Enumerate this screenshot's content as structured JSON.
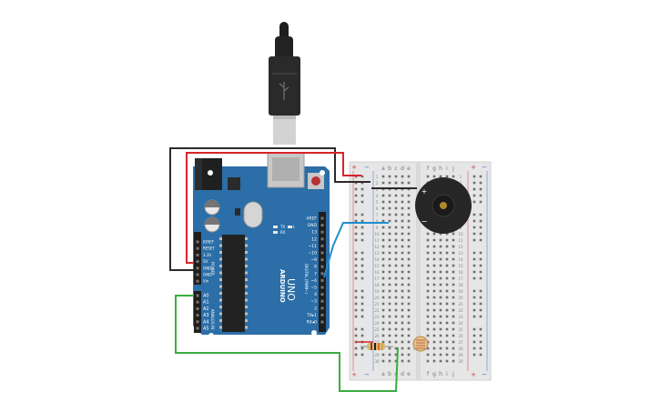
{
  "board": {
    "logo_text": "ARDUINO",
    "model_text": "UNO",
    "power_header_label": "POWER",
    "analog_header_label": "ANALOG IN",
    "digital_header_label": "DIGITAL (PWM~)",
    "left_pins": [
      "IOREF",
      "RESET",
      "3.3V",
      "5V",
      "GND",
      "GND",
      "Vin"
    ],
    "analog_pins": [
      "A0",
      "A1",
      "A2",
      "A3",
      "A4",
      "A5"
    ],
    "right_pins": [
      "AREF",
      "GND",
      "13",
      "12",
      "~11",
      "~10",
      "~9",
      "8",
      "7",
      "~6",
      "~5",
      "4",
      "~3",
      "2",
      "TX▸1",
      "RX◂0"
    ],
    "tx_label": "TX",
    "rx_label": "RX",
    "l_label": "L"
  },
  "breadboard": {
    "columns_left": [
      "a",
      "b",
      "c",
      "d",
      "e"
    ],
    "columns_right": [
      "f",
      "g",
      "h",
      "i",
      "j"
    ],
    "row_count": 30,
    "rail_plus": "+",
    "rail_minus": "−"
  },
  "buzzer": {
    "plus_label": "+",
    "minus_label": "−"
  },
  "wires": {
    "red": "#d8242a",
    "black": "#2b2b2b",
    "blue": "#1f8fcf",
    "green": "#3aad3f"
  },
  "colors": {
    "board": "#2b6ea8",
    "header": "#1e1e1e",
    "breadboard": "#e6e6e6",
    "usb": "#2a2a2a"
  }
}
